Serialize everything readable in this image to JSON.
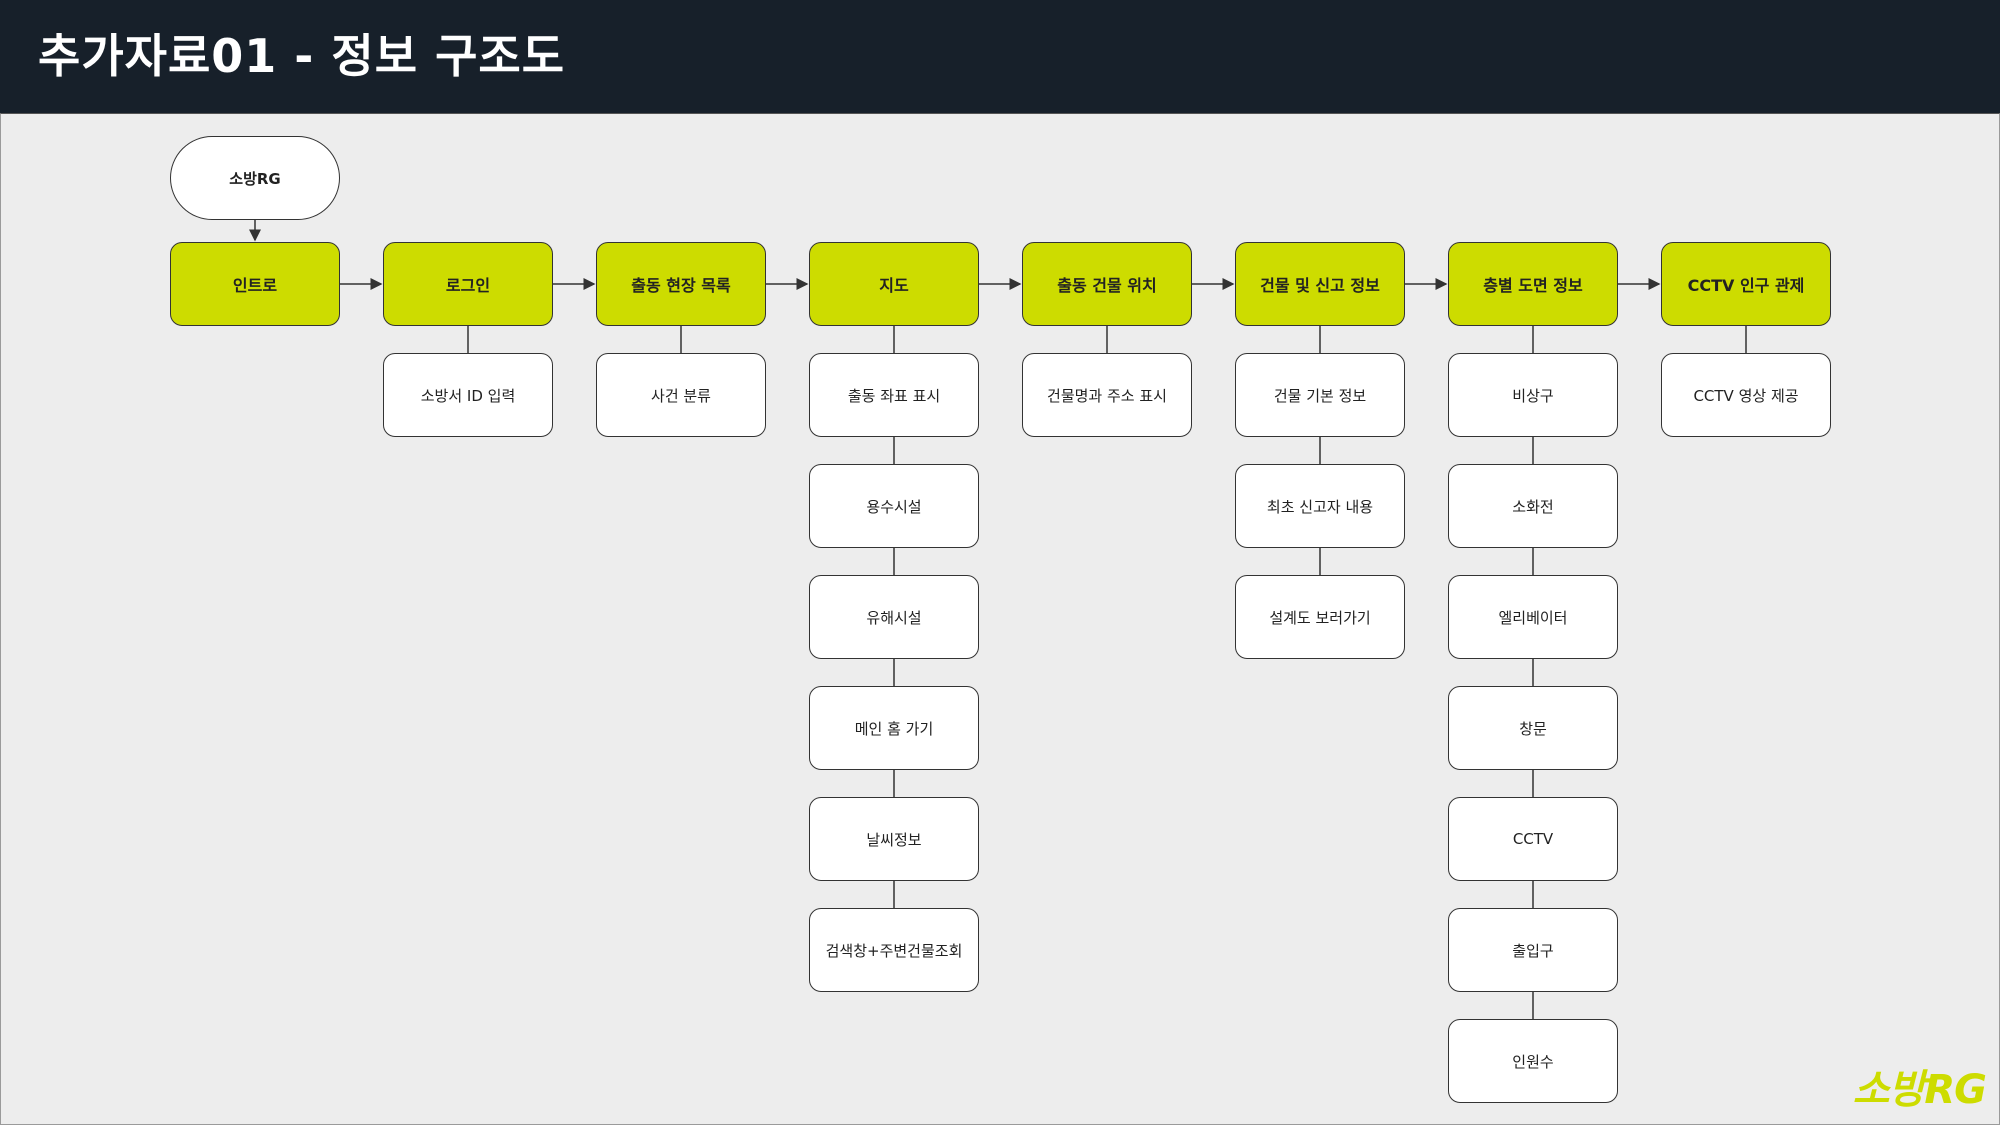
{
  "header": {
    "title": "추가자료01 - 정보 구조도"
  },
  "start": {
    "label": "소방RG"
  },
  "columns": [
    {
      "main": "인트로",
      "children": []
    },
    {
      "main": "로그인",
      "children": [
        "소방서 ID 입력"
      ]
    },
    {
      "main": "출동 현장 목록",
      "children": [
        "사건 분류"
      ]
    },
    {
      "main": "지도",
      "children": [
        "출동 좌표 표시",
        "용수시설",
        "유해시설",
        "메인 홈 가기",
        "날씨정보",
        "검색창+주변건물조회"
      ]
    },
    {
      "main": "출동 건물 위치",
      "children": [
        "건물명과 주소 표시"
      ]
    },
    {
      "main": "건물 및 신고 정보",
      "children": [
        "건물 기본 정보",
        "최초 신고자 내용",
        "설계도 보러가기"
      ]
    },
    {
      "main": "층별 도면 정보",
      "children": [
        "비상구",
        "소화전",
        "엘리베이터",
        "창문",
        "CCTV",
        "출입구",
        "인원수"
      ]
    },
    {
      "main": "CCTV 인구 관제",
      "children": [
        "CCTV 영상 제공"
      ]
    }
  ],
  "logo": {
    "text": "소방RG"
  },
  "colors": {
    "header_bg": "#17202a",
    "accent": "#cddc00",
    "canvas_bg": "#ededed",
    "node_border": "#333333"
  }
}
